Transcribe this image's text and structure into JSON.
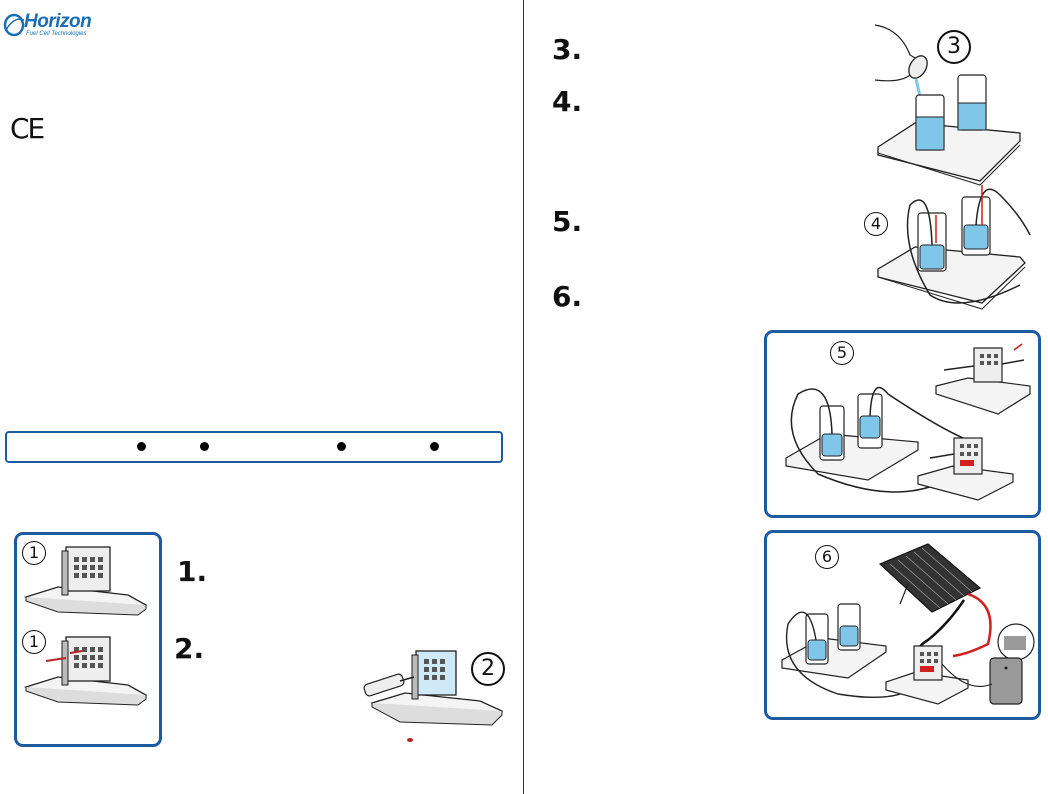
{
  "header": {
    "logo_word": "Horizon",
    "logo_sub": "Fuel Cell Technologies",
    "ce_mark": "CE"
  },
  "left_steps": [
    {
      "num": "1."
    },
    {
      "num": "2."
    }
  ],
  "right_steps": [
    {
      "num": "3."
    },
    {
      "num": "4."
    },
    {
      "num": "5."
    },
    {
      "num": "6."
    }
  ],
  "figure_labels": {
    "fig1a": "1",
    "fig1b": "1",
    "fig2": "2",
    "fig3": "3",
    "fig4": "4",
    "fig5": "5",
    "fig6": "6"
  },
  "colors": {
    "frame_blue": "#1d5ba0",
    "water_blue": "#7fc6e8",
    "wire_red": "#d21f1f",
    "logo_blue": "#1a6fb3"
  }
}
